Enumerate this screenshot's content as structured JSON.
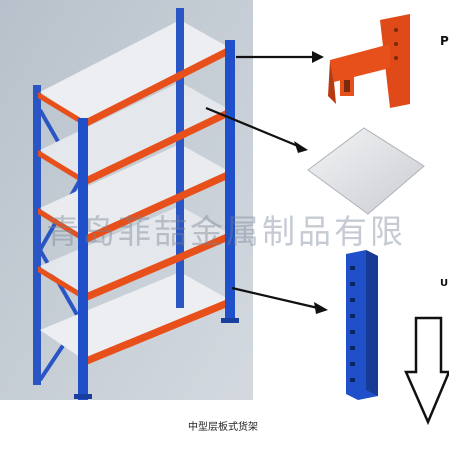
{
  "caption": "中型层板式货架",
  "watermark": "青岛菲喆金属制品有限",
  "side_letters": [
    "P",
    "U"
  ],
  "components": [
    {
      "name": "beam",
      "icon": "orange-beam-bracket-icon"
    },
    {
      "name": "shelf-panel",
      "icon": "steel-panel-icon"
    },
    {
      "name": "upright",
      "icon": "blue-upright-post-icon"
    }
  ],
  "colors": {
    "upright": "#1f4fc9",
    "beam": "#e8501b",
    "panel": "#e6e8ec",
    "backdrop": "#c3cbd3",
    "arrow": "#111111"
  }
}
